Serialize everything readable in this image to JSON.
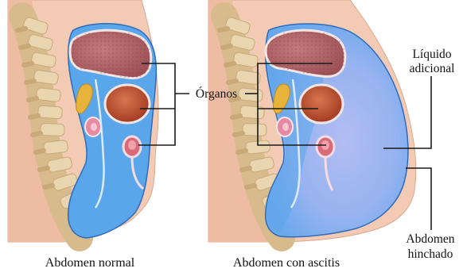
{
  "labels": {
    "organs": "Órganos",
    "extra_fluid_line1": "Líquido",
    "extra_fluid_line2": "adicional",
    "swollen_line1": "Abdomen",
    "swollen_line2": "hinchado"
  },
  "captions": {
    "left": "Abdomen normal",
    "right": "Abdomen con ascitis"
  },
  "colors": {
    "skin": "#f3cbb4",
    "fluid": "#5aa6ea",
    "fluid_extra": "#a6b7f0",
    "liver": "#a95a60",
    "stomach": "#b8442a",
    "bone": "#e3cba0"
  }
}
